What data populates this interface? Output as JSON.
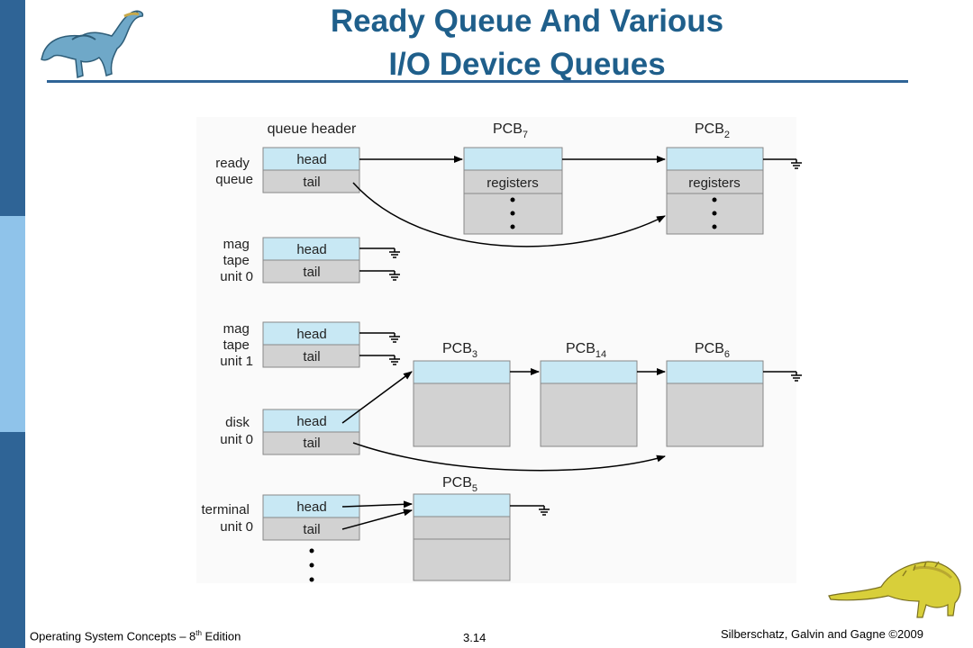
{
  "slide": {
    "title_line1": "Ready Queue And Various",
    "title_line2": "I/O Device Queues",
    "footer_left": "Operating System Concepts – 8",
    "footer_left_sup": "th",
    "footer_left_suffix": " Edition",
    "page_number": "3.14",
    "footer_right": "Silberschatz, Galvin and Gagne ©2009"
  },
  "diagram": {
    "header_label": "queue header",
    "cell_head": "head",
    "cell_tail": "tail",
    "cell_registers": "registers",
    "queues": [
      {
        "id": "ready-queue",
        "lines": [
          "ready",
          "queue"
        ]
      },
      {
        "id": "mag-tape-unit-0",
        "lines": [
          "mag",
          "tape",
          "unit 0"
        ]
      },
      {
        "id": "mag-tape-unit-1",
        "lines": [
          "mag",
          "tape",
          "unit 1"
        ]
      },
      {
        "id": "disk-unit-0",
        "lines": [
          "disk",
          "unit 0"
        ]
      },
      {
        "id": "terminal-unit-0",
        "lines": [
          "terminal",
          "unit 0"
        ]
      }
    ],
    "pcbs": [
      {
        "id": "pcb-7",
        "base": "PCB",
        "sub": "7"
      },
      {
        "id": "pcb-2",
        "base": "PCB",
        "sub": "2"
      },
      {
        "id": "pcb-3",
        "base": "PCB",
        "sub": "3"
      },
      {
        "id": "pcb-14",
        "base": "PCB",
        "sub": "14"
      },
      {
        "id": "pcb-6",
        "base": "PCB",
        "sub": "6"
      },
      {
        "id": "pcb-5",
        "base": "PCB",
        "sub": "5"
      }
    ]
  }
}
